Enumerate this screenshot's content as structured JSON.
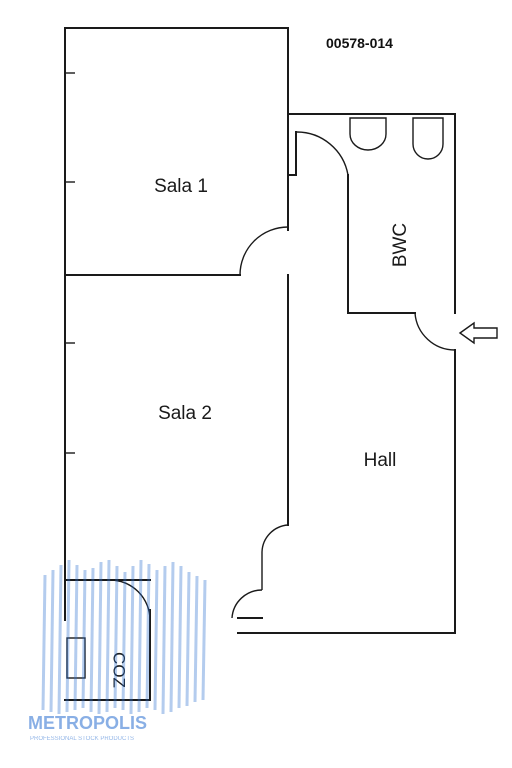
{
  "plan": {
    "code": "00578-014",
    "rooms": {
      "sala1": "Sala 1",
      "sala2": "Sala 2",
      "bwc": "BWC",
      "hall": "Hall",
      "coz": "COZ"
    },
    "watermark": {
      "brand": "METROPOLIS",
      "tagline": "PROFESSIONAL STOCK PRODUCTS"
    },
    "entrance_icon": "arrow-left-icon",
    "colors": {
      "walls": "#1a1a1a",
      "watermark": "#2a6fd0"
    }
  }
}
